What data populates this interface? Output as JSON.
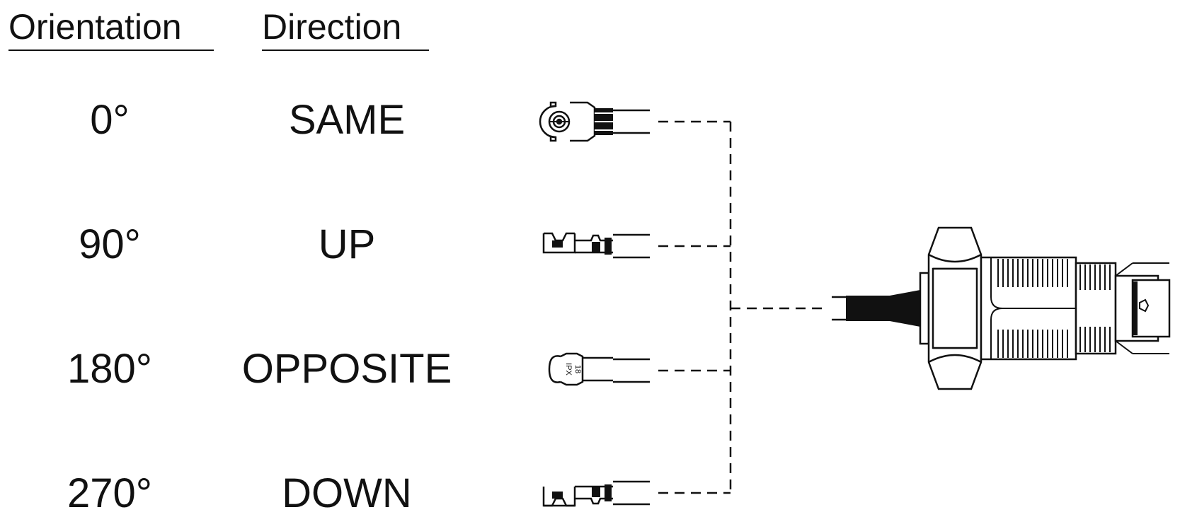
{
  "headers": {
    "orientation": "Orientation",
    "direction": "Direction"
  },
  "rows": [
    {
      "orientation": "0°",
      "direction": "SAME"
    },
    {
      "orientation": "90°",
      "direction": "UP"
    },
    {
      "orientation": "180°",
      "direction": "OPPOSITE"
    },
    {
      "orientation": "270°",
      "direction": "DOWN"
    }
  ],
  "connector_marking": {
    "line1": "18",
    "line2": "IPX"
  },
  "colors": {
    "line": "#111111",
    "background": "#ffffff"
  }
}
